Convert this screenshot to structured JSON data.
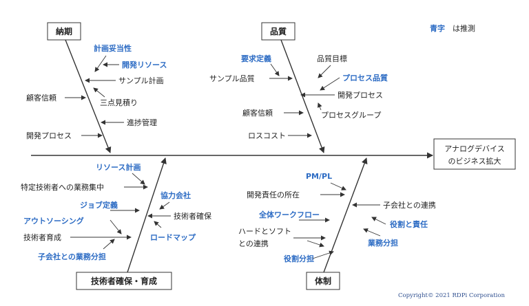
{
  "colors": {
    "estimate": "#2d6cc4",
    "line": "#333333"
  },
  "legend": {
    "blue_text": "青字",
    "rest_text": "は推測"
  },
  "effect": {
    "line1": "アナログデバイス",
    "line2": "のビジネス拡大"
  },
  "categories": {
    "nouki": "納期",
    "hinshitsu": "品質",
    "gijutsusha": "技術者確保・育成",
    "taisei": "体制"
  },
  "causes": {
    "keikaku_datousei": "計画妥当性",
    "kaihatsu_resource": "開発リソース",
    "sample_keikaku": "サンプル計画",
    "kokyaku_shinrai_1": "顧客信頼",
    "santen_mitsumori": "三点見積り",
    "shinchoku_kanri": "進捗管理",
    "kaihatsu_process_1": "開発プロセス",
    "youkyuu_teigi": "要求定義",
    "hinshitsu_mokuhyou": "品質目標",
    "sample_hinshitsu": "サンプル品質",
    "process_hinshitsu": "プロセス品質",
    "kaihatsu_process_2": "開発プロセス",
    "kokyaku_shinrai_2": "顧客信頼",
    "process_group": "プロセスグループ",
    "loss_cost": "ロスコスト",
    "resource_keikaku": "リソース計画",
    "tokutei_gijutsusha": "特定技術者への業務集中",
    "kyouryoku_gaisha": "協力会社",
    "job_teigi": "ジョブ定義",
    "gijutsusha_kakuho": "技術者確保",
    "outsourcing": "アウトソーシング",
    "roadmap": "ロードマップ",
    "gijutsusha_ikusei": "技術者育成",
    "kogaisha_gyoumu_buntan": "子会社との業務分担",
    "pm_pl": "PM/PL",
    "kaihatsu_sekinin": "開発責任の所在",
    "kogaisha_renkei": "子会社との連携",
    "zentai_workflow": "全体ワークフロー",
    "yakuwari_sekinin": "役割と責任",
    "hard_soft_1": "ハードとソフト",
    "hard_soft_2": "との連携",
    "gyoumu_buntan": "業務分担",
    "yakuwari_buntan": "役割分担"
  },
  "copyright": "Copyright© 2021  RDPi Corporation"
}
